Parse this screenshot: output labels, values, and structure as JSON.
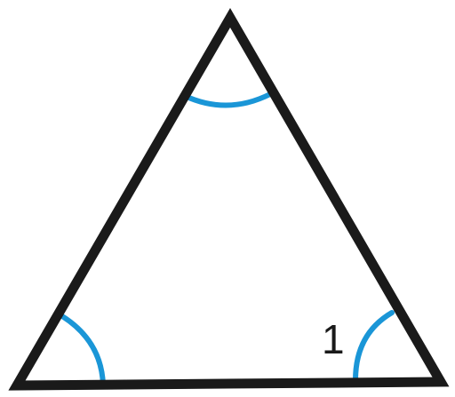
{
  "diagram": {
    "shape": "triangle",
    "colors": {
      "outline": "#1a1a1a",
      "angle_arc": "#1a96d7",
      "background": "#ffffff"
    },
    "angle_label": "1",
    "marked_angles": [
      "top",
      "bottom-left",
      "bottom-right"
    ],
    "labeled_angle": "bottom-right"
  }
}
